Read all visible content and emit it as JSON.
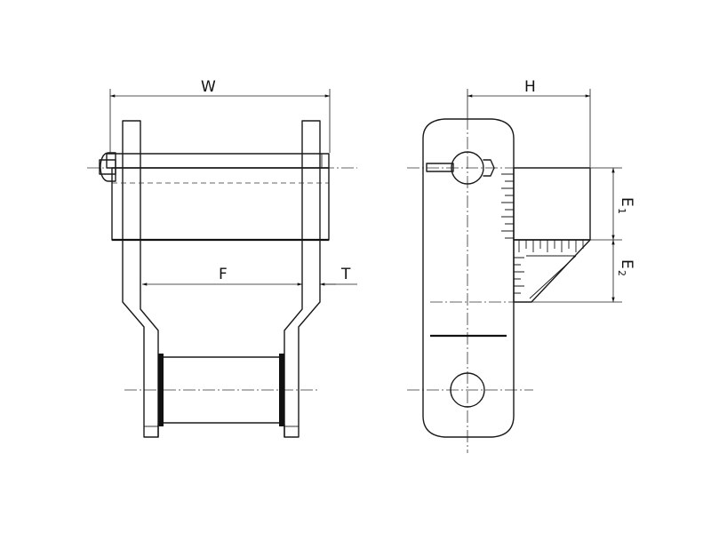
{
  "labels": {
    "w": "W",
    "h": "H",
    "f": "F",
    "t": "T",
    "e1_letter": "E",
    "e1_sub": "1",
    "e2_letter": "E",
    "e2_sub": "2"
  }
}
